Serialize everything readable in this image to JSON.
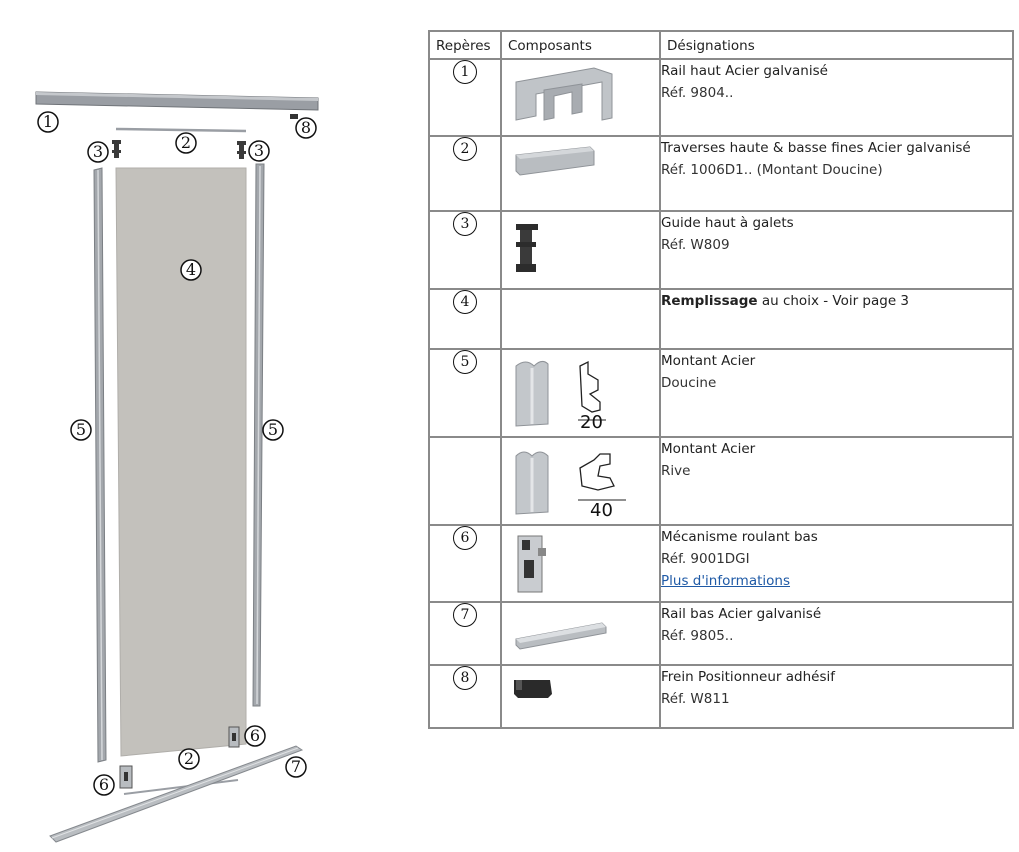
{
  "diagram": {
    "markers": [
      "1",
      "2",
      "3",
      "3",
      "4",
      "5",
      "5",
      "6",
      "6",
      "7",
      "8",
      "2"
    ]
  },
  "table": {
    "headers": {
      "reperes": "Repères",
      "composants": "Composants",
      "designations": "Désignations"
    },
    "rows": [
      {
        "num": "1",
        "title": "Rail haut Acier galvanisé",
        "ref": "Réf. 9804.."
      },
      {
        "num": "2",
        "title": "Traverses haute & basse fines Acier galvanisé",
        "ref": "Réf. 1006D1.. (Montant Doucine)"
      },
      {
        "num": "3",
        "title": "Guide haut à galets",
        "ref": "Réf. W809"
      },
      {
        "num": "4",
        "title_bold": "Remplissage",
        "title_rest": " au choix - Voir page 3"
      },
      {
        "num": "5",
        "title": "Montant  Acier",
        "ref": "Doucine",
        "profile_width": "20"
      },
      {
        "num": "",
        "title": "Montant  Acier",
        "ref": "Rive",
        "profile_width": "40"
      },
      {
        "num": "6",
        "title": "Mécanisme roulant bas",
        "ref": "Réf. 9001DGI",
        "link": "Plus d'informations"
      },
      {
        "num": "7",
        "title": "Rail bas Acier galvanisé",
        "ref": "Réf. 9805.."
      },
      {
        "num": "8",
        "title": "Frein Positionneur adhésif",
        "ref": "Réf. W811"
      }
    ]
  }
}
